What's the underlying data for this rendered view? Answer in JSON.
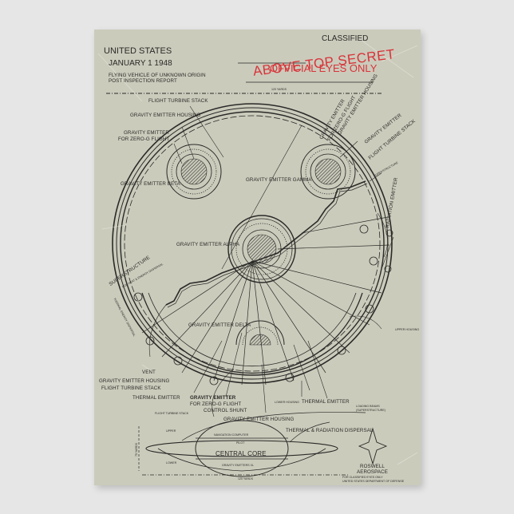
{
  "header": {
    "country": "UNITED STATES",
    "date": "JANUARY 1 1948",
    "subtitle_line1": "FLYING VEHICLE OF UNKNOWN ORIGIN",
    "subtitle_line2": "POST INSPECTION REPORT",
    "classification": "CLASSIFIED",
    "stamp_main": "ABOVE TOP SECRET",
    "stamp_sub": "OFFICIAL EYES ONLY",
    "scale_top": "120 YARDS"
  },
  "labels": {
    "flight_turbine_stack_top": "FLIGHT TURBINE STACK",
    "gravity_emitter_housing_top": "GRAVITY EMITTER HOUSING",
    "gravity_emitter_zero_g_1": "GRAVITY EMITTER",
    "gravity_emitter_zero_g_2": "FOR ZERO-G FLIGHT",
    "gravity_emitter_beta": "GRAVITY EMITTER BETA",
    "gravity_emitter_gamma": "GRAVITY EMITTER GAMMA",
    "gravity_emitter_alpha": "GRAVITY EMITTER ALPHA",
    "gravity_emitter_delta": "GRAVITY EMITTER DELTA",
    "diag_gravity_emitter": "GRAVITY EMITTER",
    "diag_zero_g": "FOR ZERO-G FLIGHT",
    "diag_emitter_housing": "GRAVITY EMITTER HOUSING",
    "right_gravity_emitter": "GRAVITY EMITTER",
    "right_flight_turbine": "FLIGHT TURBINE STACK",
    "superstructure_right": "SUPERSTRUCTURE",
    "radiation_emitter": "RADIATION EMITTER",
    "upper_housing_right": "UPPER HOUSING",
    "superstructure_left": "SUPERSTRUCTURE",
    "superstructure_left_sub": "FOR HEAT & ENERGY DISPERSAL",
    "thermal_dispersal_small": "THERMAL ENERGY DISPERSAL",
    "vent": "VENT",
    "gravity_emitter_housing_left": "GRAVITY EMITTER HOUSING",
    "flight_turbine_stack_left": "FLIGHT TURBINE STACK",
    "thermal_emitter_left": "THERMAL EMITTER",
    "control_shunt_1": "GRAVITY EMITTER",
    "control_shunt_2": "FOR ZERO-G FLIGHT",
    "control_shunt_3": "CONTROL SHUNT",
    "flight_turbine_stack_small": "FLIGHT TURBINE STACK",
    "lower_housing": "LOWER HOUSING",
    "thermal_emitter_right": "THERMAL EMITTER",
    "loading_beams_1": "LOADING BEAMS",
    "loading_beams_2": "(SUPERSTRUCTURE)",
    "gravity_emitter_housing_bottom": "GRAVITY EMITTER HOUSING"
  },
  "side_view": {
    "thermal_radiation": "THERMAL & RADIATION DISPERSAL",
    "upper": "UPPER",
    "lower": "LOWER",
    "navigation": "NAVIGATION COMPUTER",
    "pilot": "PILOT",
    "central_core": "CENTRAL CORE",
    "gravity_emitters": "GRAVITY EMITTERS XL",
    "height_scale": "75 YARDS",
    "width_scale": "120 YARDS"
  },
  "footer": {
    "brand_line1": "ROSWELL",
    "brand_line2": "AEROSPACE",
    "note_line1": "FOR CLASSIFIED EYES ONLY",
    "note_line2": "UNITED STATES DEPARTMENT OF DEFENSE"
  },
  "colors": {
    "paper": "#cbcbbc",
    "ink": "#2a2a28",
    "stamp_red": "#d8343a",
    "background": "#e6e6e6"
  }
}
